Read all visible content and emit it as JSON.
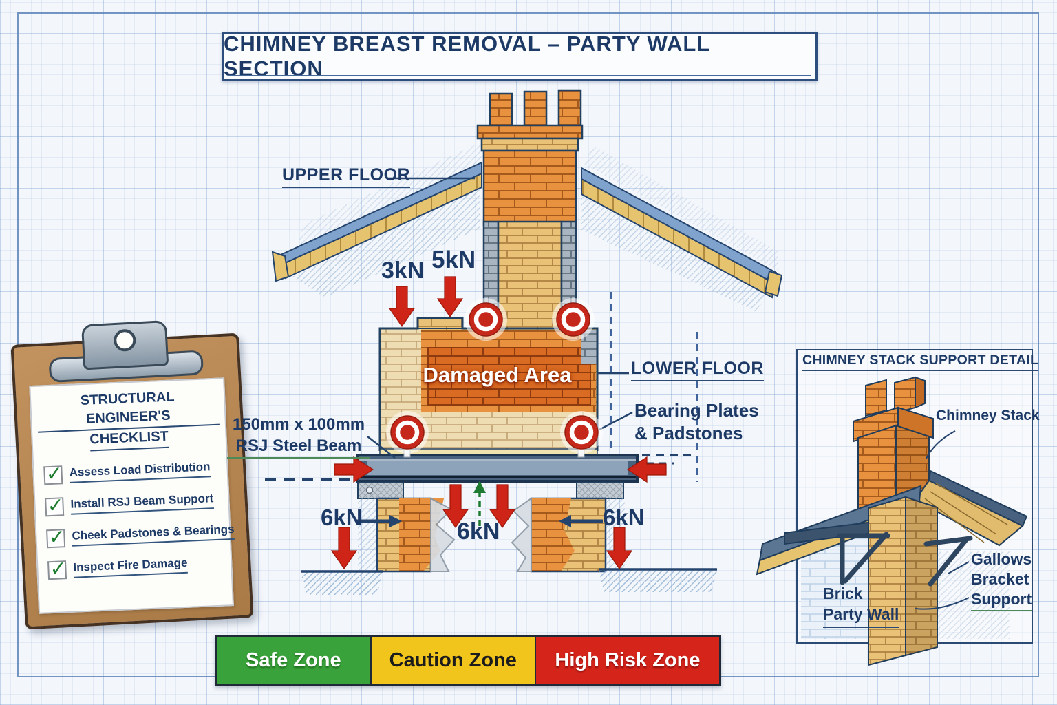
{
  "title": "CHIMNEY BREAST REMOVAL – PARTY WALL SECTION",
  "checklist": {
    "title_line1": "STRUCTURAL ENGINEER'S",
    "title_line2": "CHECKLIST",
    "check_glyph": "✓",
    "items": [
      {
        "label": "Assess Load Distribution",
        "checked": true
      },
      {
        "label": "Install RSJ Beam Support",
        "checked": true
      },
      {
        "label": "Cheek Padstones & Bearings",
        "checked": true
      },
      {
        "label": "Inspect Fire Damage",
        "checked": true
      }
    ]
  },
  "section": {
    "labels": {
      "upper_floor": "UPPER FLOOR",
      "lower_floor": "LOWER FLOOR",
      "damaged_area": "Damaged Area",
      "bearing_line1": "Bearing Plates",
      "bearing_line2": "& Padstones",
      "beam_line1": "150mm x 100mm",
      "beam_line2": "RSJ Steel Beam"
    },
    "loads": {
      "upper_left": "3kN",
      "upper_right": "5kN",
      "pier_left": "6kN",
      "center_reaction": "6kN",
      "pier_right": "6kN"
    }
  },
  "detail_panel": {
    "title": "CHIMNEY STACK SUPPORT DETAIL",
    "labels": {
      "chimney_stack": "Chimney Stack",
      "gallows_line1": "Gallows",
      "gallows_line2": "Bracket",
      "gallows_line3": "Support",
      "party_wall_line1": "Brick",
      "party_wall_line2": "Party Wall"
    }
  },
  "legend": {
    "zones": [
      {
        "label": "Safe Zone",
        "color": "#3aa23a",
        "text_color": "#ffffff"
      },
      {
        "label": "Caution Zone",
        "color": "#f2c51d",
        "text_color": "#1c1c1c"
      },
      {
        "label": "High Risk Zone",
        "color": "#d5251b",
        "text_color": "#ffffff"
      }
    ]
  },
  "colors": {
    "navy_text": "#1d3a66",
    "accent_red": "#cf2418",
    "reaction_green": "#1e7a30",
    "brick_orange": "#e8913f",
    "brick_tan": "#e9c177",
    "steel_blue": "#49627e"
  }
}
